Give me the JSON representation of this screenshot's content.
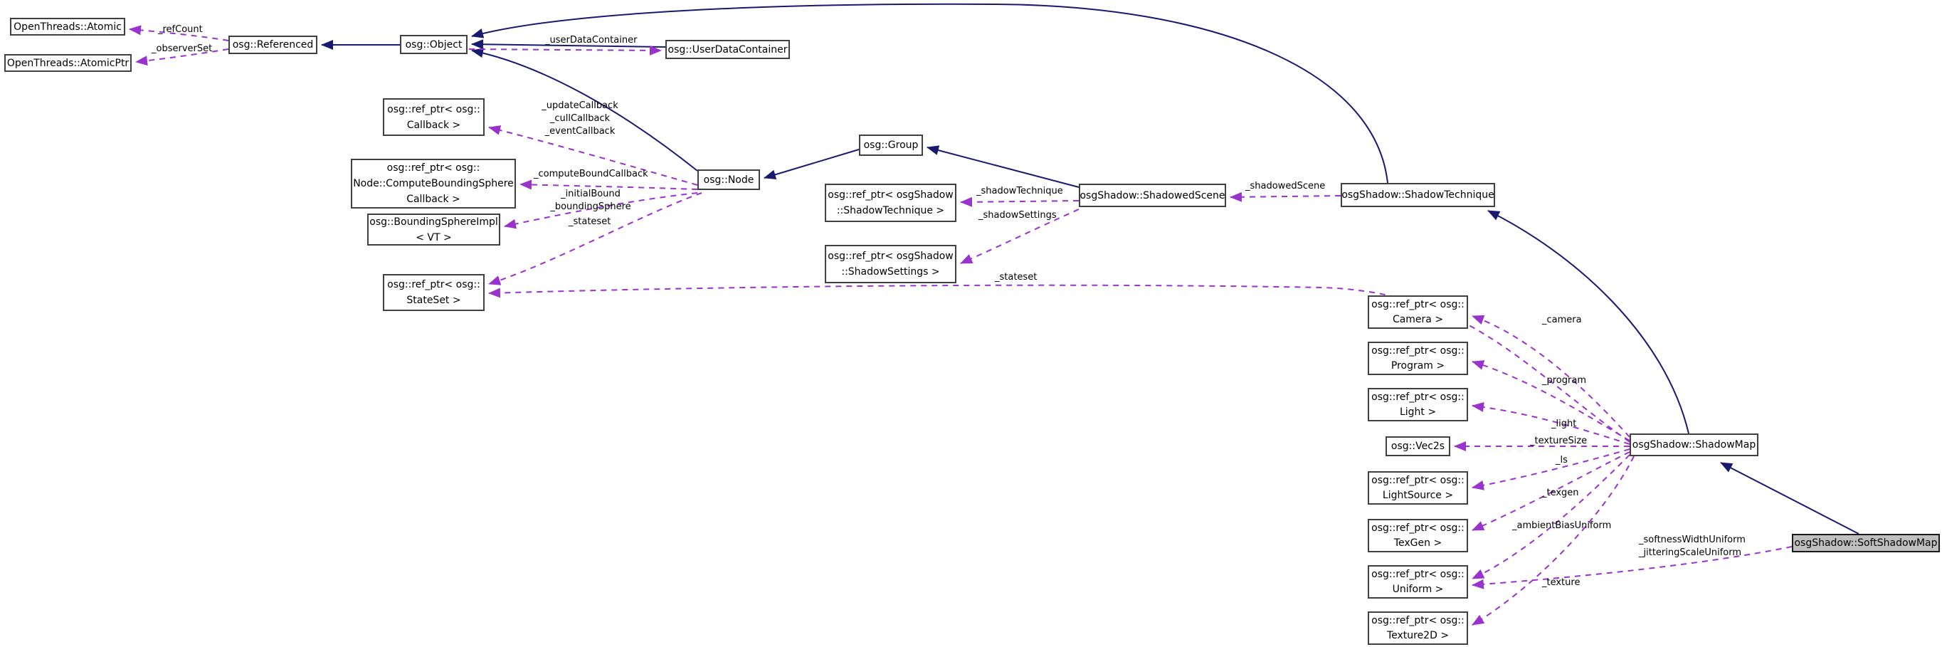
{
  "diagram": {
    "type": "collaboration-graph",
    "highlighted_node": "osgShadow::SoftShadowMap",
    "colors": {
      "inheritance_edge": "#191970",
      "usage_edge": "#9a32cd",
      "node_fill": "#ffffff",
      "node_border": "#404040",
      "highlight_fill": "#bfbfbf",
      "background": "#ffffff"
    },
    "nodes": {
      "atomic": {
        "label": "OpenThreads::Atomic"
      },
      "atomicptr": {
        "label": "OpenThreads::AtomicPtr"
      },
      "referenced": {
        "label": "osg::Referenced"
      },
      "object": {
        "label": "osg::Object"
      },
      "userdatacontainer": {
        "label": "osg::UserDataContainer"
      },
      "refptr_callback": {
        "lines": [
          "osg::ref_ptr< osg::",
          "Callback >"
        ]
      },
      "refptr_cbscallback": {
        "lines": [
          "osg::ref_ptr< osg::",
          "Node::ComputeBoundingSphere",
          "Callback >"
        ]
      },
      "boundingsphereimpl": {
        "lines": [
          "osg::BoundingSphereImpl",
          "< VT >"
        ]
      },
      "node": {
        "label": "osg::Node"
      },
      "refptr_stateset": {
        "lines": [
          "osg::ref_ptr< osg::",
          "StateSet >"
        ]
      },
      "group": {
        "label": "osg::Group"
      },
      "refptr_shadowtechnique": {
        "lines": [
          "osg::ref_ptr< osgShadow",
          "::ShadowTechnique >"
        ]
      },
      "refptr_shadowsettings": {
        "lines": [
          "osg::ref_ptr< osgShadow",
          "::ShadowSettings >"
        ]
      },
      "shadowedscene": {
        "label": "osgShadow::ShadowedScene"
      },
      "shadowtechnique": {
        "label": "osgShadow::ShadowTechnique"
      },
      "refptr_camera": {
        "lines": [
          "osg::ref_ptr< osg::",
          "Camera >"
        ]
      },
      "refptr_program": {
        "lines": [
          "osg::ref_ptr< osg::",
          "Program >"
        ]
      },
      "refptr_light": {
        "lines": [
          "osg::ref_ptr< osg::",
          "Light >"
        ]
      },
      "vec2s": {
        "label": "osg::Vec2s"
      },
      "refptr_lightsource": {
        "lines": [
          "osg::ref_ptr< osg::",
          "LightSource >"
        ]
      },
      "refptr_texgen": {
        "lines": [
          "osg::ref_ptr< osg::",
          "TexGen >"
        ]
      },
      "refptr_uniform": {
        "lines": [
          "osg::ref_ptr< osg::",
          "Uniform >"
        ]
      },
      "refptr_texture2d": {
        "lines": [
          "osg::ref_ptr< osg::",
          "Texture2D >"
        ]
      },
      "shadowmap": {
        "label": "osgShadow::ShadowMap"
      },
      "softshadowmap": {
        "label": "osgShadow::SoftShadowMap"
      }
    },
    "edge_labels": {
      "ref_count": "_refCount",
      "observer_set": "_observerSet",
      "user_data_container": "_userDataContainer",
      "node_callbacks": {
        "lines": [
          "_updateCallback",
          "_cullCallback",
          "_eventCallback"
        ]
      },
      "compute_bound_callback": "_computeBoundCallback",
      "bounds": {
        "lines": [
          "_initialBound",
          "_boundingSphere"
        ]
      },
      "node_stateset": "_stateset",
      "shadow_technique": "_shadowTechnique",
      "shadow_settings": "_shadowSettings",
      "shadowed_scene": "_shadowedScene",
      "shadowmap_stateset": "_stateset",
      "camera": "_camera",
      "program": "_program",
      "light": "_light",
      "texture_size": "_textureSize",
      "ls": "_ls",
      "texgen": "_texgen",
      "ambient_bias": "_ambientBiasUniform",
      "soft_uniforms": {
        "lines": [
          "_softnessWidthUniform",
          "_jitteringScaleUniform"
        ]
      },
      "texture": "_texture"
    }
  }
}
